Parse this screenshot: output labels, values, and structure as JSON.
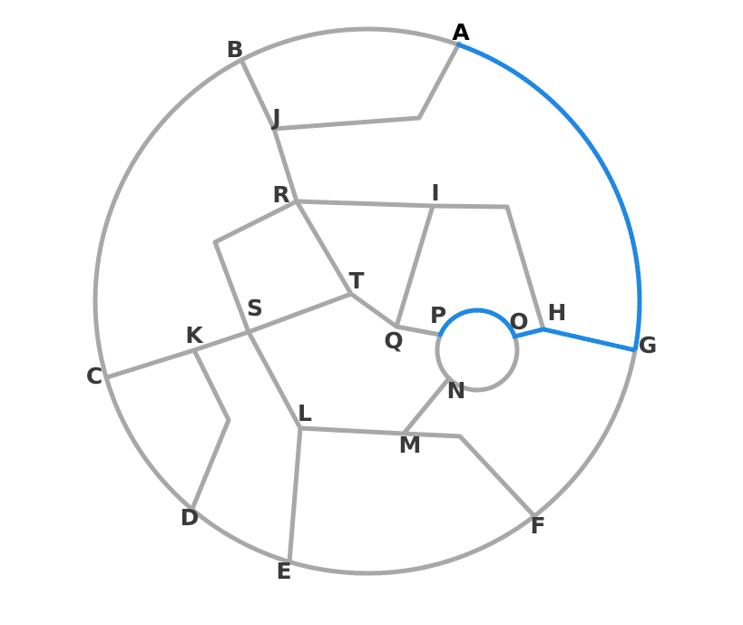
{
  "diagram": {
    "nodes": [
      {
        "id": "A",
        "label": "A",
        "highlight": true
      },
      {
        "id": "B",
        "label": "B"
      },
      {
        "id": "C",
        "label": "C"
      },
      {
        "id": "D",
        "label": "D"
      },
      {
        "id": "E",
        "label": "E"
      },
      {
        "id": "F",
        "label": "F"
      },
      {
        "id": "G",
        "label": "G"
      },
      {
        "id": "H",
        "label": "H"
      },
      {
        "id": "I",
        "label": "I"
      },
      {
        "id": "J",
        "label": "J"
      },
      {
        "id": "K",
        "label": "K"
      },
      {
        "id": "L",
        "label": "L"
      },
      {
        "id": "M",
        "label": "M"
      },
      {
        "id": "N",
        "label": "N"
      },
      {
        "id": "O",
        "label": "O"
      },
      {
        "id": "P",
        "label": "P"
      },
      {
        "id": "Q",
        "label": "Q"
      },
      {
        "id": "R",
        "label": "R"
      },
      {
        "id": "S",
        "label": "S"
      },
      {
        "id": "T",
        "label": "T"
      }
    ],
    "edges": [
      {
        "from": "A",
        "to": "G",
        "kind": "outer-arc",
        "highlight": true
      },
      {
        "from": "G",
        "to": "F",
        "kind": "outer-arc"
      },
      {
        "from": "F",
        "to": "E",
        "kind": "outer-arc"
      },
      {
        "from": "E",
        "to": "D",
        "kind": "outer-arc"
      },
      {
        "from": "D",
        "to": "C",
        "kind": "outer-arc"
      },
      {
        "from": "C",
        "to": "B",
        "kind": "outer-arc"
      },
      {
        "from": "B",
        "to": "A",
        "kind": "outer-arc"
      },
      {
        "from": "A",
        "to": "J"
      },
      {
        "from": "B",
        "to": "J"
      },
      {
        "from": "J",
        "to": "R"
      },
      {
        "from": "R",
        "to": "I"
      },
      {
        "from": "I",
        "to": "H"
      },
      {
        "from": "I",
        "to": "Q"
      },
      {
        "from": "R",
        "to": "T"
      },
      {
        "from": "R",
        "to": "S"
      },
      {
        "from": "T",
        "to": "Q"
      },
      {
        "from": "T",
        "to": "S"
      },
      {
        "from": "S",
        "to": "K"
      },
      {
        "from": "S",
        "to": "L"
      },
      {
        "from": "K",
        "to": "C"
      },
      {
        "from": "K",
        "to": "D"
      },
      {
        "from": "L",
        "to": "E"
      },
      {
        "from": "L",
        "to": "M"
      },
      {
        "from": "M",
        "to": "F"
      },
      {
        "from": "M",
        "to": "N"
      },
      {
        "from": "Q",
        "to": "P"
      },
      {
        "from": "P",
        "to": "O",
        "kind": "inner-arc-top",
        "highlight": true
      },
      {
        "from": "O",
        "to": "N",
        "kind": "inner-arc-right"
      },
      {
        "from": "N",
        "to": "P",
        "kind": "inner-arc-left"
      },
      {
        "from": "O",
        "to": "H",
        "highlight": true
      },
      {
        "from": "H",
        "to": "G",
        "highlight": true
      }
    ],
    "colors": {
      "edge": "#a8a8a8",
      "path_dark": "#1e88e5",
      "path_light": "#64b5f6",
      "label": "#3a3a3a",
      "label_highlight": "#000000"
    }
  }
}
